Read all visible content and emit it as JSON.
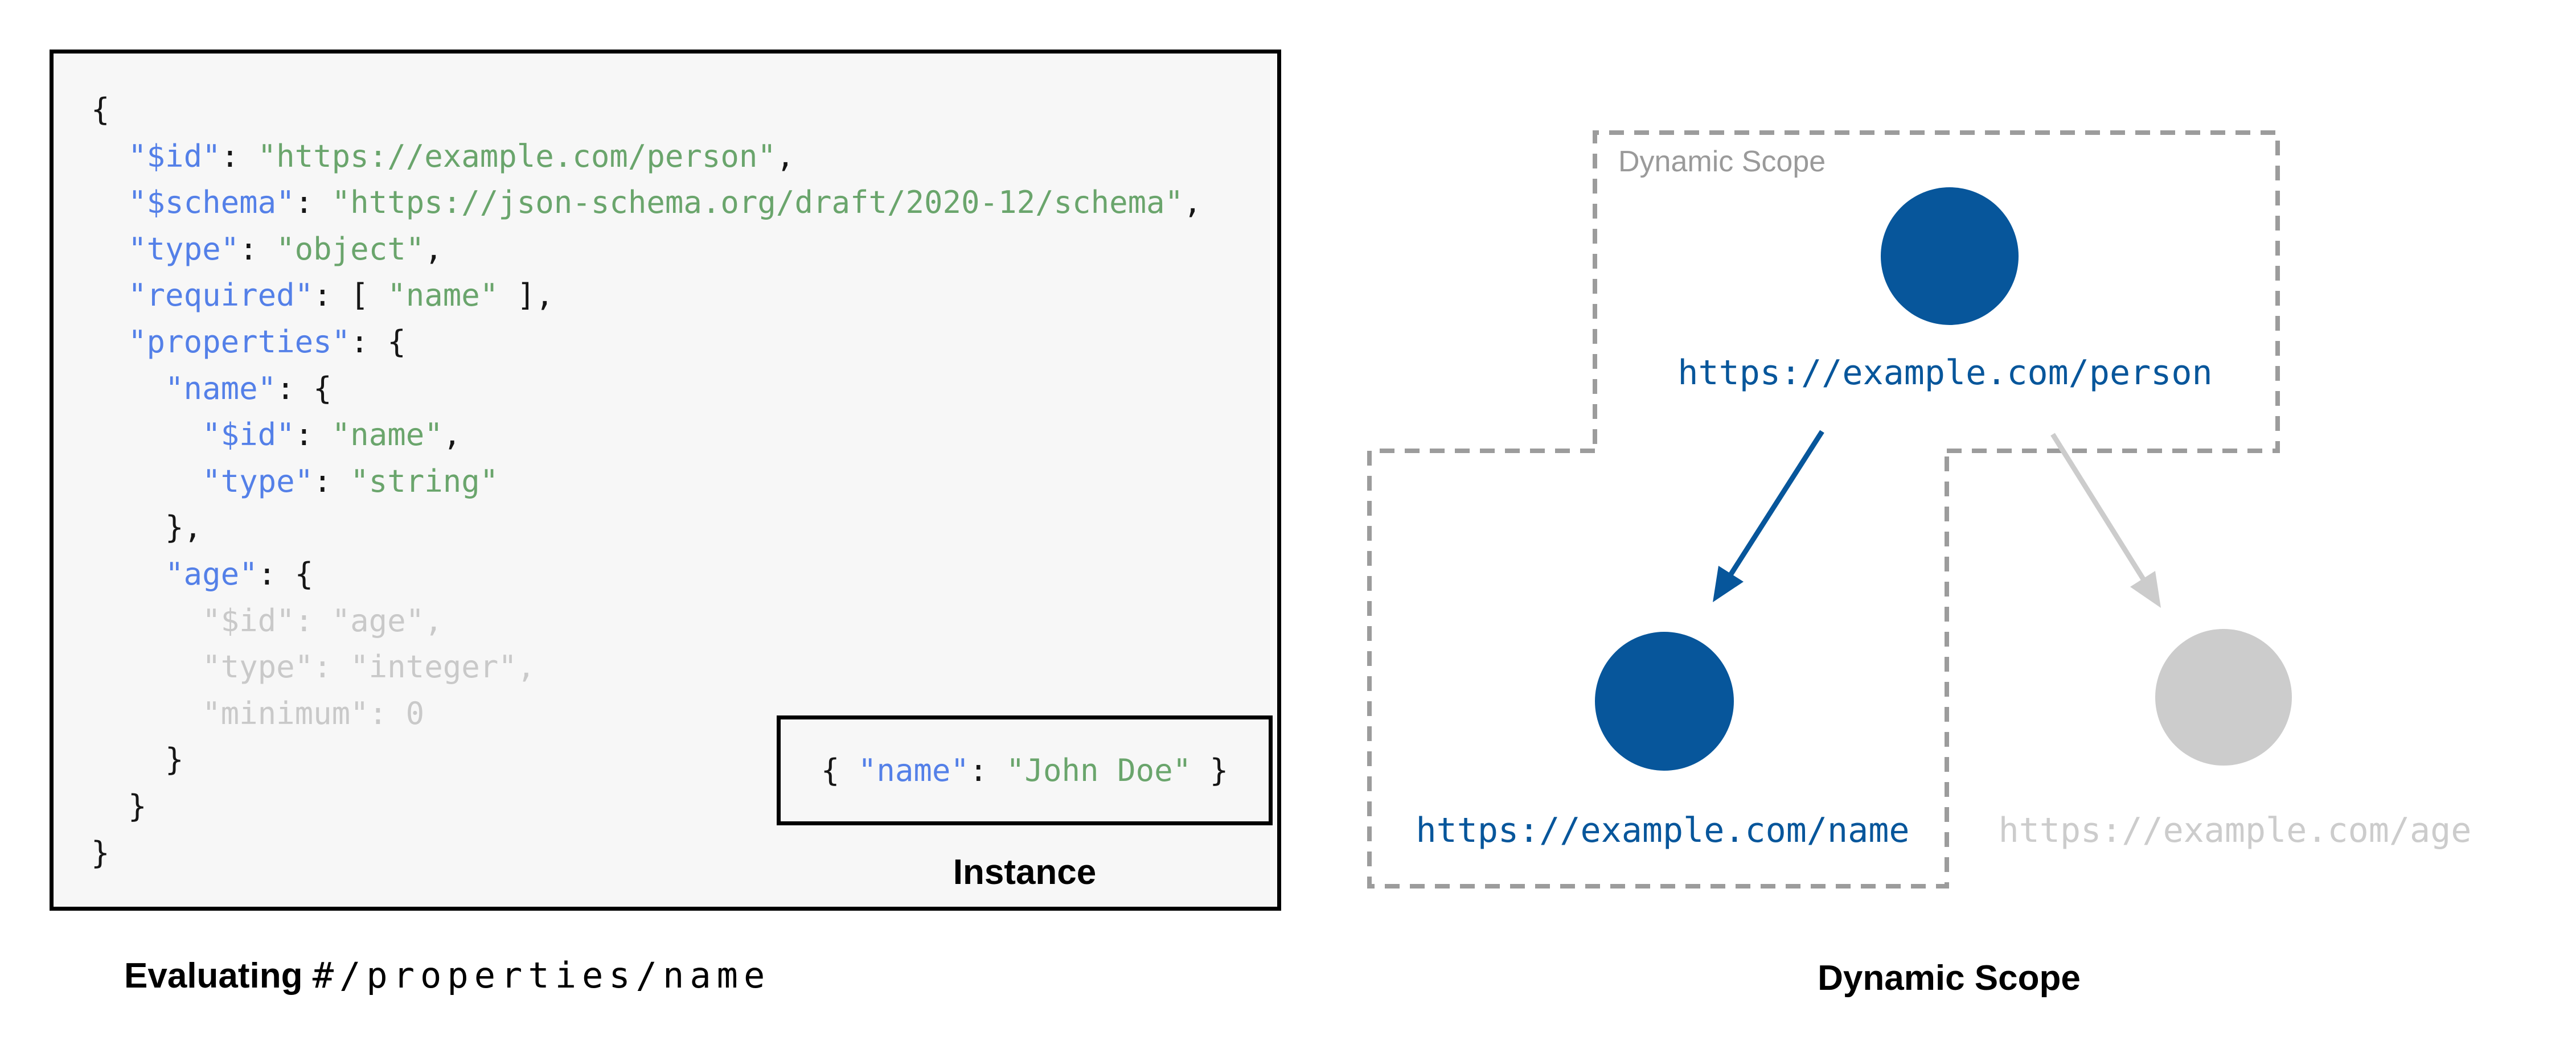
{
  "colors": {
    "panel_bg": "#F7F7F7",
    "key_blue": "#5480E8",
    "string_green": "#6AA56C",
    "punct_black": "#161616",
    "dim_gray": "#C9C9C9",
    "node_blue": "#07569B",
    "node_gray": "#CCCCCC",
    "dash_gray": "#9C9C9C",
    "scope_label_gray": "#9A9A9A"
  },
  "schema_panel": {
    "code_lines": [
      [
        {
          "t": "{",
          "c": "punct"
        }
      ],
      [
        {
          "t": "  ",
          "c": "punct"
        },
        {
          "t": "\"$id\"",
          "c": "key"
        },
        {
          "t": ": ",
          "c": "punct"
        },
        {
          "t": "\"https://example.com/person\"",
          "c": "str"
        },
        {
          "t": ",",
          "c": "punct"
        }
      ],
      [
        {
          "t": "  ",
          "c": "punct"
        },
        {
          "t": "\"$schema\"",
          "c": "key"
        },
        {
          "t": ": ",
          "c": "punct"
        },
        {
          "t": "\"https://json-schema.org/draft/2020-12/schema\"",
          "c": "str"
        },
        {
          "t": ",",
          "c": "punct"
        }
      ],
      [
        {
          "t": "  ",
          "c": "punct"
        },
        {
          "t": "\"type\"",
          "c": "key"
        },
        {
          "t": ": ",
          "c": "punct"
        },
        {
          "t": "\"object\"",
          "c": "str"
        },
        {
          "t": ",",
          "c": "punct"
        }
      ],
      [
        {
          "t": "  ",
          "c": "punct"
        },
        {
          "t": "\"required\"",
          "c": "key"
        },
        {
          "t": ": [ ",
          "c": "punct"
        },
        {
          "t": "\"name\"",
          "c": "str"
        },
        {
          "t": " ],",
          "c": "punct"
        }
      ],
      [
        {
          "t": "  ",
          "c": "punct"
        },
        {
          "t": "\"properties\"",
          "c": "key"
        },
        {
          "t": ": {",
          "c": "punct"
        }
      ],
      [
        {
          "t": "    ",
          "c": "punct"
        },
        {
          "t": "\"name\"",
          "c": "key"
        },
        {
          "t": ": {",
          "c": "punct"
        }
      ],
      [
        {
          "t": "      ",
          "c": "punct"
        },
        {
          "t": "\"$id\"",
          "c": "key"
        },
        {
          "t": ": ",
          "c": "punct"
        },
        {
          "t": "\"name\"",
          "c": "str"
        },
        {
          "t": ",",
          "c": "punct"
        }
      ],
      [
        {
          "t": "      ",
          "c": "punct"
        },
        {
          "t": "\"type\"",
          "c": "key"
        },
        {
          "t": ": ",
          "c": "punct"
        },
        {
          "t": "\"string\"",
          "c": "str"
        }
      ],
      [
        {
          "t": "    },",
          "c": "punct"
        }
      ],
      [
        {
          "t": "    ",
          "c": "punct"
        },
        {
          "t": "\"age\"",
          "c": "key"
        },
        {
          "t": ": {",
          "c": "punct"
        }
      ],
      [
        {
          "t": "      \"$id\": \"age\",",
          "c": "dim"
        }
      ],
      [
        {
          "t": "      \"type\": \"integer\",",
          "c": "dim"
        }
      ],
      [
        {
          "t": "      \"minimum\": 0",
          "c": "dim"
        }
      ],
      [
        {
          "t": "    }",
          "c": "punct"
        }
      ],
      [
        {
          "t": "  }",
          "c": "punct"
        }
      ],
      [
        {
          "t": "}",
          "c": "punct"
        }
      ]
    ],
    "instance": {
      "tokens": [
        {
          "t": "{ ",
          "c": "punct"
        },
        {
          "t": "\"name\"",
          "c": "key"
        },
        {
          "t": ": ",
          "c": "punct"
        },
        {
          "t": "\"John Doe\"",
          "c": "str"
        },
        {
          "t": " }",
          "c": "punct"
        }
      ],
      "label": "Instance"
    },
    "caption": {
      "bold": "Evaluating",
      "separator": " ",
      "mono": "#/properties/name"
    }
  },
  "diagram": {
    "scope_label": "Dynamic Scope",
    "title": "Dynamic Scope",
    "nodes": [
      {
        "id": "person",
        "url": "https://example.com/person",
        "state": "in-scope"
      },
      {
        "id": "name",
        "url": "https://example.com/name",
        "state": "in-scope"
      },
      {
        "id": "age",
        "url": "https://example.com/age",
        "state": "out-of-scope"
      }
    ]
  }
}
